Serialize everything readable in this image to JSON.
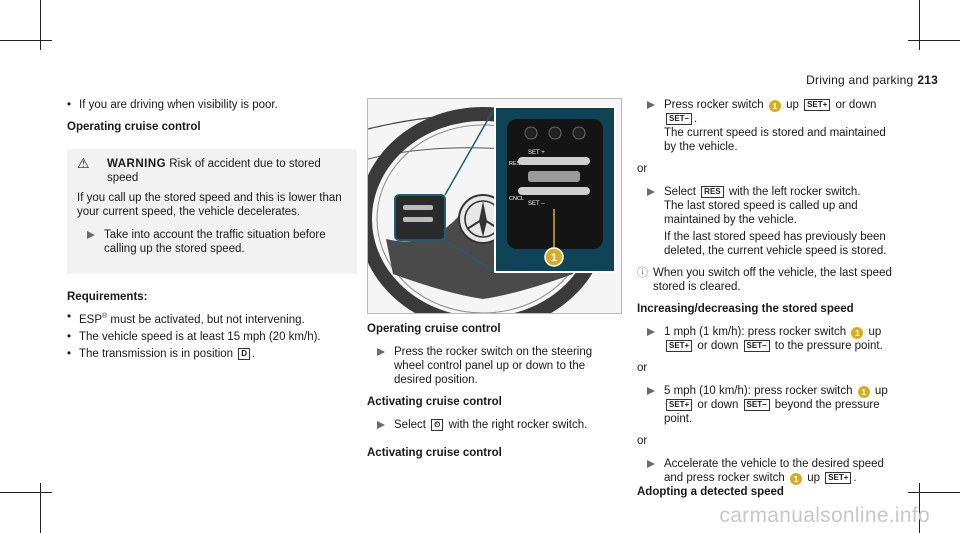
{
  "header": {
    "section": "Driving and parking",
    "page_number": "213"
  },
  "col1": {
    "intro_bullet": "If you are driving when visibility is poor.",
    "heading_operating": "Operating cruise control",
    "warning": {
      "label": "WARNING",
      "title_rest": "Risk of accident due to stored speed",
      "body": "If you call up the stored speed and this is lower than your current speed, the vehicle decelerates.",
      "step": "Take into account the traffic situation before calling up the stored speed."
    },
    "requirements_heading": "Requirements:",
    "req1_pre": "ESP",
    "req1_sup": "®",
    "req1_post": " must be activated, but not intervening.",
    "req2": "The vehicle speed is at least 15 mph (20 km/h).",
    "req3_pre": "The transmission is in position ",
    "req3_sym": "D",
    "req3_post": "."
  },
  "figure": {
    "callout": "1",
    "buttons": {
      "res": "RES",
      "set_plus": "SET +",
      "set_minus": "SET –",
      "cncl": "CNCL"
    }
  },
  "col2": {
    "heading_operating": "Operating cruise control",
    "step_operating": "Press the rocker switch on the steering wheel control panel up or down to the desired position.",
    "heading_activating": "Activating cruise control",
    "step_activating_pre": "Select ",
    "step_activating_sym": "⏲",
    "step_activating_post": " with the right rocker switch.",
    "heading_activating2": "Activating cruise control"
  },
  "col3": {
    "step1_pre": "Press rocker switch ",
    "step1_callout": "1",
    "step1_up": " up ",
    "step1_sym_plus": "SET+",
    "step1_or_down": " or down ",
    "step1_sym_minus": "SET–",
    "step1_post": ".",
    "step1_body": "The current speed is stored and maintained by the vehicle.",
    "or1": "or",
    "step2_pre": "Select ",
    "step2_sym": "RES",
    "step2_post": " with the left rocker switch.",
    "step2_body1": "The last stored speed is called up and maintained by the vehicle.",
    "step2_body2": "If the last stored speed has previously been deleted, the current vehicle speed is stored.",
    "note": "When you switch off the vehicle, the last speed stored is cleared.",
    "heading_incdec": "Increasing/decreasing the stored speed",
    "step3_pre": "1 mph (1 km/h): press rocker switch ",
    "step3_callout": "1",
    "step3_up": " up",
    "step3_sym_plus": "SET+",
    "step3_or_down": " or down ",
    "step3_sym_minus": "SET–",
    "step3_post": " to the pressure point.",
    "or2": "or",
    "step4_pre": "5 mph (10 km/h): press rocker switch ",
    "step4_callout": "1",
    "step4_up": " up",
    "step4_sym_plus": "SET+",
    "step4_or_down": " or down ",
    "step4_sym_minus": "SET–",
    "step4_post": " beyond the pressure point.",
    "or3": "or",
    "step5_pre": "Accelerate the vehicle to the desired speed and press rocker switch ",
    "step5_callout": "1",
    "step5_up": " up ",
    "step5_sym_plus": "SET+",
    "step5_post": ".",
    "heading_adopting": "Adopting a detected speed"
  },
  "watermark": "carmanualsonline.info"
}
